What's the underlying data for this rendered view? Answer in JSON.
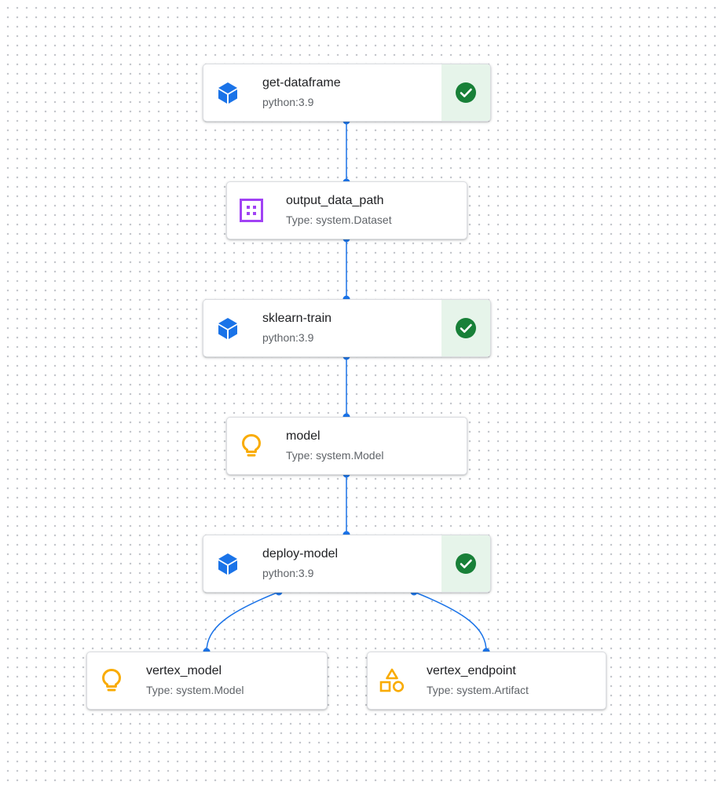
{
  "nodes": {
    "get_dataframe": {
      "title": "get-dataframe",
      "subtitle": "python:3.9",
      "icon": "cube-icon",
      "status": "succeeded"
    },
    "output_data_path": {
      "title": "output_data_path",
      "subtitle": "Type: system.Dataset",
      "icon": "dataset-icon"
    },
    "sklearn_train": {
      "title": "sklearn-train",
      "subtitle": "python:3.9",
      "icon": "cube-icon",
      "status": "succeeded"
    },
    "model": {
      "title": "model",
      "subtitle": "Type: system.Model",
      "icon": "lightbulb-icon"
    },
    "deploy_model": {
      "title": "deploy-model",
      "subtitle": "python:3.9",
      "icon": "cube-icon",
      "status": "succeeded"
    },
    "vertex_model": {
      "title": "vertex_model",
      "subtitle": "Type: system.Model",
      "icon": "lightbulb-icon"
    },
    "vertex_endpoint": {
      "title": "vertex_endpoint",
      "subtitle": "Type: system.Artifact",
      "icon": "shapes-icon"
    }
  },
  "edges": [
    [
      "get_dataframe",
      "output_data_path"
    ],
    [
      "output_data_path",
      "sklearn_train"
    ],
    [
      "sklearn_train",
      "model"
    ],
    [
      "model",
      "deploy_model"
    ],
    [
      "deploy_model",
      "vertex_model"
    ],
    [
      "deploy_model",
      "vertex_endpoint"
    ]
  ],
  "colors": {
    "edge": "#1a73e8",
    "task_icon": "#1a73e8",
    "success": "#188038",
    "success_bg": "#e6f4ea",
    "dataset_icon": "#a142f4",
    "model_icon": "#f9ab00"
  }
}
